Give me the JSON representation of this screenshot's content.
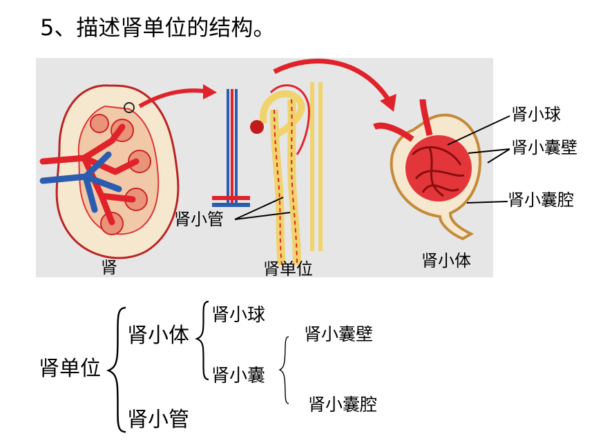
{
  "title": "5、描述肾单位的结构。",
  "figure": {
    "kidney_label": "肾",
    "nephron_label": "肾单位",
    "renal_corpuscle_label": "肾小体",
    "tubule_callout": "肾小管",
    "glomerulus_callout": "肾小球",
    "capsule_wall_callout": "肾小囊壁",
    "capsule_cavity_callout": "肾小囊腔"
  },
  "structure_tree": {
    "root": "肾单位",
    "renal_corpuscle": "肾小体",
    "glomerulus": "肾小球",
    "capsule": "肾小囊",
    "capsule_wall": "肾小囊壁",
    "capsule_cavity": "肾小囊腔",
    "tubule": "肾小管"
  },
  "colors": {
    "artery_red": "#e0222a",
    "vein_blue": "#2a5db0",
    "tubule_yellow": "#f1d36b",
    "panel_gray": "#e6e6e6"
  }
}
